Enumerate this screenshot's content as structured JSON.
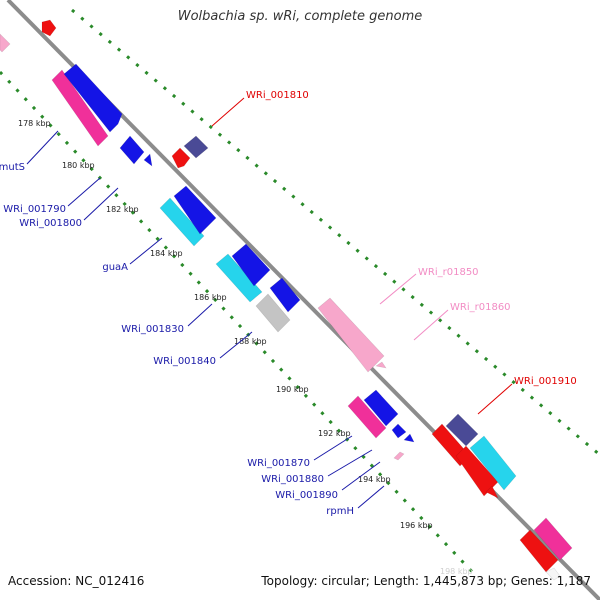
{
  "title": "Wolbachia sp. wRi, complete genome",
  "footer": {
    "accession": "Accession: NC_012416",
    "summary": "Topology: circular; Length: 1,445,873 bp; Genes: 1,187"
  },
  "colors": {
    "backbone": "#8c8c8c",
    "ticks": "#2a8a2a",
    "blue": "#1414e6",
    "cyan": "#26d4ec",
    "magenta": "#f0309a",
    "red": "#ee1111",
    "navy": "#4a4a96",
    "gray": "#c4c4c4",
    "pink": "#f7a7cb",
    "label_blue": "#1a1aa8",
    "label_red": "#e00000",
    "label_pink": "#f28cc4"
  },
  "kbp_ticks": [
    "178 kbp",
    "180 kbp",
    "182 kbp",
    "184 kbp",
    "186 kbp",
    "188 kbp",
    "190 kbp",
    "192 kbp",
    "194 kbp",
    "196 kbp",
    "198 kbp"
  ],
  "gene_labels": {
    "mutS": "mutS",
    "wri_001790": "WRi_001790",
    "wri_001800": "WRi_001800",
    "guaA": "guaA",
    "wri_001830": "WRi_001830",
    "wri_001840": "WRi_001840",
    "wri_001870": "WRi_001870",
    "wri_001880": "WRi_001880",
    "wri_001890": "WRi_001890",
    "rpmH": "rpmH",
    "wri_001810": "WRi_001810",
    "wri_r01850": "WRi_r01850",
    "wri_r01860": "WRi_r01860",
    "wri_001910": "WRi_001910"
  }
}
